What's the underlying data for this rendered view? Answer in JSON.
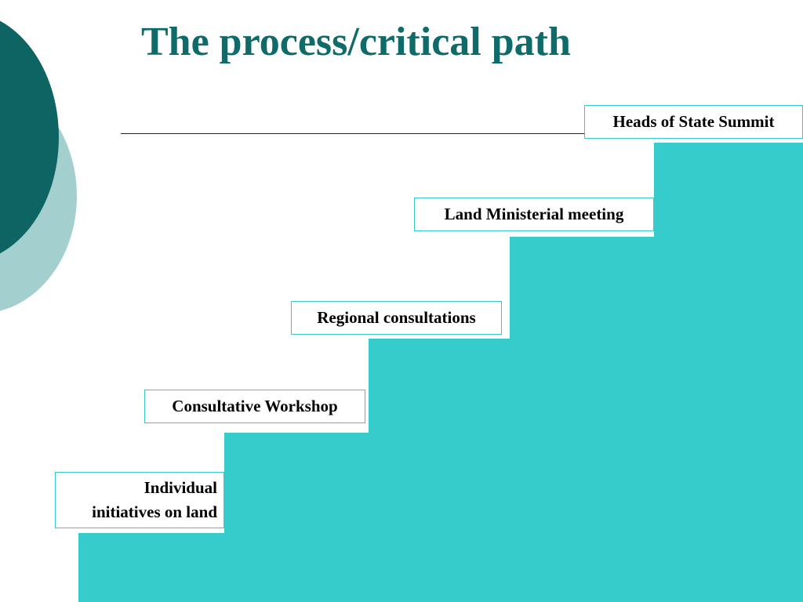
{
  "slide": {
    "title": "The process/critical path"
  },
  "colors": {
    "title": "#0f6b69",
    "stairs": "#36cccc",
    "label_border": "#37c8c8",
    "circle_dark": "#0e6462",
    "circle_light": "#a3d0cf"
  },
  "steps": [
    {
      "lines": [
        "Individual",
        "initiatives on land"
      ]
    },
    {
      "label": "Consultative Workshop"
    },
    {
      "label": "Regional consultations"
    },
    {
      "label": "Land Ministerial meeting"
    },
    {
      "label": "Heads of State Summit"
    }
  ]
}
